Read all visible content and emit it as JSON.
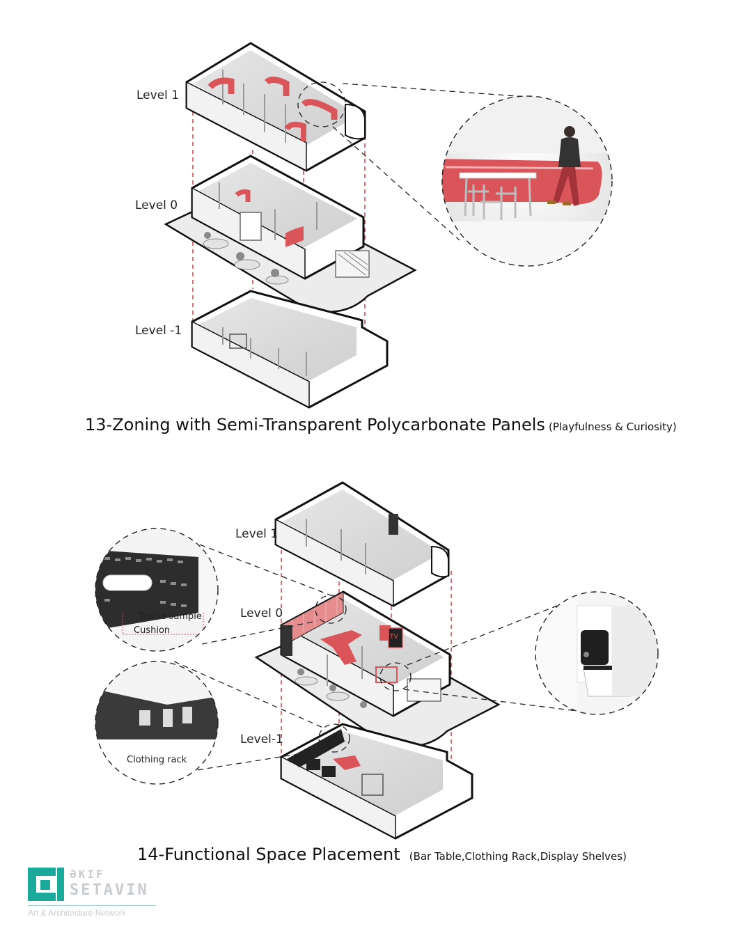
{
  "diagram13": {
    "levels": [
      "Level 1",
      "Level 0",
      "Level -1"
    ],
    "caption_main": "13-Zoning with Semi-Transparent Polycarbonate Panels",
    "caption_sub": "(Playfulness & Curiosity)"
  },
  "diagram14": {
    "levels": [
      "Level 1",
      "Level 0",
      "Level-1"
    ],
    "callouts": {
      "textile_sample": "Textile sample",
      "cushion": "Cushion",
      "clothing_rack": "Clothing rack",
      "tv": "TV"
    },
    "caption_main": "14-Functional Space Placement",
    "caption_sub": "(Bar Table,Clothing Rack,Display Shelves)"
  },
  "logo": {
    "line1": "ƏKIF",
    "line2": "SETAVIN",
    "tagline": "Art & Architecture Network",
    "color": "#1aa99a"
  },
  "colors": {
    "accent_red": "#d9555a",
    "panel_pink": "#e58c8f",
    "dashed_guide": "#c0272d",
    "outline": "#111111"
  }
}
